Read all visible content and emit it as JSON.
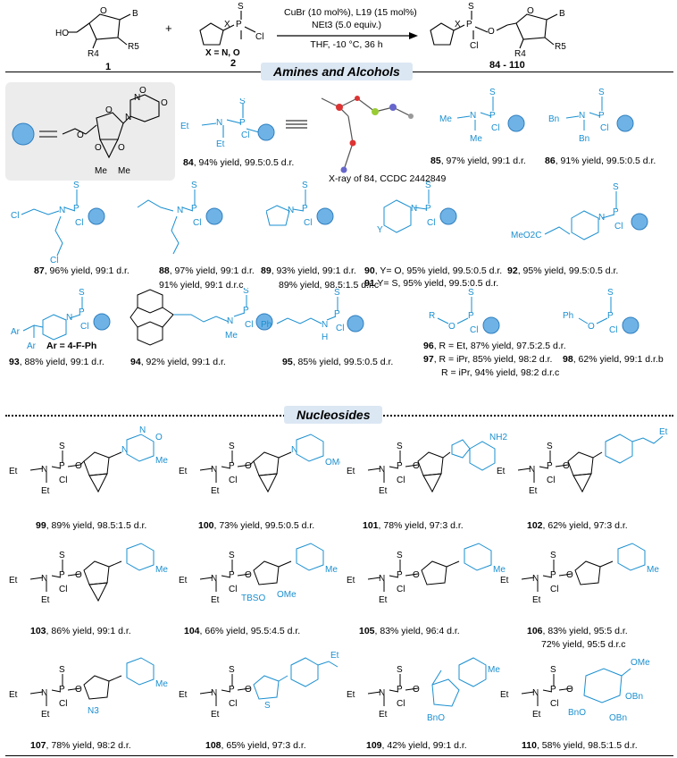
{
  "scheme": {
    "reactant1_label": "1",
    "reactant2_label": "2",
    "reactant2_note": "X = N, O",
    "plus": "+",
    "condition_line1": "CuBr (10 mol%), L19 (15 mol%)",
    "condition_line2": "NEt3 (5.0 equiv.)",
    "condition_line3": "THF, -10 °C, 36 h",
    "product_label": "84 - 110",
    "atom_B": "B",
    "atom_R4": "R4",
    "atom_R5": "R5",
    "atom_HO": "HO"
  },
  "sections": {
    "amines_alcohols": "Amines and Alcohols",
    "nucleosides": "Nucleosides"
  },
  "xray_caption": "X-ray of 84, CCDC 2442849",
  "amines": [
    {
      "id": "84",
      "text": ", 94% yield, 99.5:0.5 d.r."
    },
    {
      "id": "85",
      "text": ", 97% yield,  99:1 d.r."
    },
    {
      "id": "86",
      "text": ", 91% yield, 99.5:0.5 d.r."
    },
    {
      "id": "87",
      "text": ", 96% yield, 99:1 d.r."
    },
    {
      "id": "88",
      "text": ", 97% yield, 99:1 d.r."
    },
    {
      "id": "88b",
      "text": "91% yield, 99:1 d.r.c"
    },
    {
      "id": "89",
      "text": ", 93% yield, 99:1 d.r."
    },
    {
      "id": "89b",
      "text": "89% yield, 98.5:1.5 d.r.c"
    },
    {
      "id": "90",
      "text": ", Y= O, 95% yield, 99.5:0.5 d.r."
    },
    {
      "id": "91",
      "text": "  Y= S, 95% yield, 99.5:0.5 d.r."
    },
    {
      "id": "92",
      "text": ", 95% yield, 99.5:0.5 d.r."
    },
    {
      "id": "93",
      "text": ", 88% yield, 99:1 d.r."
    },
    {
      "id": "94",
      "text": ", 92% yield,  99:1 d.r."
    },
    {
      "id": "95",
      "text": ", 85% yield,  99.5:0.5 d.r."
    },
    {
      "id": "96",
      "text": ", R = Et, 87% yield, 97.5:2.5 d.r."
    },
    {
      "id": "97",
      "text": ", R = iPr, 85% yield, 98:2 d.r."
    },
    {
      "id": "97b",
      "text": "R = iPr, 94% yield, 98:2 d.r.c"
    },
    {
      "id": "98",
      "text": ", 62% yield, 99:1 d.r.b"
    },
    {
      "id": "93note",
      "text": "Ar = 4-F-Ph"
    }
  ],
  "nucleosides": [
    {
      "id": "99",
      "text": ", 89% yield, 98.5:1.5 d.r."
    },
    {
      "id": "100",
      "text": ", 73% yield,  99.5:0.5 d.r."
    },
    {
      "id": "101",
      "text": ", 78% yield, 97:3 d.r."
    },
    {
      "id": "102",
      "text": ", 62% yield, 97:3 d.r."
    },
    {
      "id": "103",
      "text": ", 86% yield,  99:1 d.r."
    },
    {
      "id": "104",
      "text": ", 66% yield,  95.5:4.5 d.r."
    },
    {
      "id": "105",
      "text": ", 83% yield, 96:4 d.r."
    },
    {
      "id": "106",
      "text": ", 83% yield, 95:5 d.r."
    },
    {
      "id": "106b",
      "text": "72% yield, 95:5 d.r.c"
    },
    {
      "id": "107",
      "text": ", 78% yield, 98:2 d.r."
    },
    {
      "id": "108",
      "text": ", 65% yield, 97:3 d.r."
    },
    {
      "id": "109",
      "text": ", 42% yield, 99:1 d.r."
    },
    {
      "id": "110",
      "text": ", 58% yield, 98.5:1.5 d.r."
    }
  ],
  "colors": {
    "accent": "#1a8fd0",
    "header_bg": "#dbe7f3",
    "sphere": "#6fb3e6"
  }
}
